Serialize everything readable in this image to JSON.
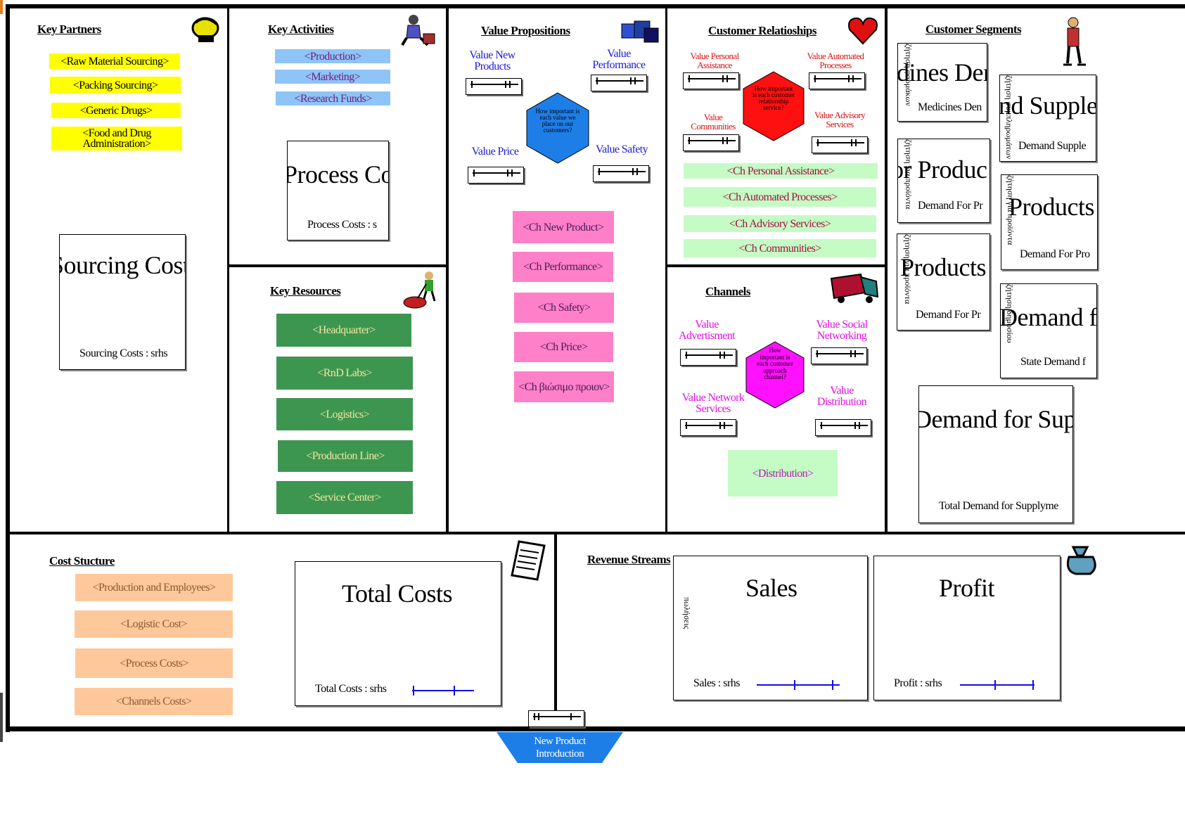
{
  "sections": {
    "key_partners": "Key Partners",
    "key_activities": "Key Activities",
    "key_resources": "Key Resources",
    "value_propositions": "Value Propositions",
    "customer_relationships": "Customer Relatioships",
    "channels": "Channels",
    "customer_segments": "Customer Segments",
    "cost_structure": "Cost Stucture",
    "revenue_streams": "Revenue Streams"
  },
  "key_partners": {
    "items": [
      "<Raw Material Sourcing>",
      "<Packing Sourcing>",
      "<Generic Drugs>",
      "<Food and Drug Administration>"
    ],
    "box_big": "Sourcing Cost",
    "box_small": "Sourcing Costs : srhs"
  },
  "key_activities": {
    "items": [
      "<Production>",
      "<Marketing>",
      "<Research Funds>"
    ],
    "box_big": "Process Cos",
    "box_small": "Process Costs : s"
  },
  "key_resources": {
    "items": [
      "<Headquarter>",
      "<RnD Labs>",
      "<Logistics>",
      "<Production Line>",
      "<Service Center>"
    ]
  },
  "value_propositions": {
    "labels": [
      "Value New Products",
      "Value Performance",
      "Value Price",
      "Value Safety"
    ],
    "hex_text": "How important is each value we place on our customers?",
    "items": [
      "<Ch New Product>",
      "<Ch Performance>",
      "<Ch Safety>",
      "<Ch Price>",
      "<Ch βιώσιμο προιον>"
    ]
  },
  "customer_relationships": {
    "labels": [
      "Value Personal Assistance",
      "Value Automated Processes",
      "Value Communities",
      "Value Advisory Services"
    ],
    "hex_text": "How important is each customer relationship service?",
    "items": [
      "<Ch Personal Assistance>",
      "<Ch Automated Processes>",
      "<Ch Advisory Services>",
      "<Ch Communities>"
    ]
  },
  "channels": {
    "labels": [
      "Value Advertisment",
      "Value Social Networking",
      "Value Network Services",
      "Value Distribution"
    ],
    "hex_text": "How important is each customer approach channel?",
    "items": [
      "<Distribution>"
    ]
  },
  "customer_segments": {
    "box1_big": "dines Der",
    "box1_small": "Medicines Den",
    "box1_vert": "ζήτηση φαρμάκων",
    "box2_big": "nd Supple",
    "box2_small": "Demand Supple",
    "box2_vert": "ζήτηση συμπληρωμάτων",
    "box3_big": "or Produc",
    "box3_small": "Demand For Pr",
    "box3_vert": "ζήτηση για προϊόντα",
    "box4_big": "Products",
    "box4_small": "Demand For Pro",
    "box4_vert": "ζήτηση για προϊόντα",
    "box5_big": "Products",
    "box5_small": "Demand For Pr",
    "box5_vert": "ζήτηση για προϊόντα",
    "box6_big": "Demand fo",
    "box6_small": "State Demand f",
    "box6_vert": "ζήτηση δημοσίου",
    "box7_big": "Demand for Supp",
    "box7_small": "Total Demand for Supplyme"
  },
  "cost_structure": {
    "items": [
      "<Production and Employees>",
      "<Logistic Cost>",
      "<Process Costs>",
      "<Channels Costs>"
    ],
    "box_big": "Total Costs",
    "box_small": "Total Costs : srhs"
  },
  "revenue_streams": {
    "sales_big": "Sales",
    "sales_small": "Sales : srhs",
    "sales_vert": "πωλήσεις",
    "profit_big": "Profit",
    "profit_small": "Profit : srhs"
  },
  "bottom": {
    "npi_label": "New Product Introduction"
  },
  "colors": {
    "yellow": "#ffff00",
    "blue": "#8fc4f7",
    "green": "#3d9650",
    "pink": "#ff80c8",
    "lightgreen": "#c5fbc5",
    "peach": "#ffc89a",
    "hex_blue": "#1e7ee8",
    "hex_red": "#ff1010",
    "hex_magenta": "#ff10ff"
  }
}
